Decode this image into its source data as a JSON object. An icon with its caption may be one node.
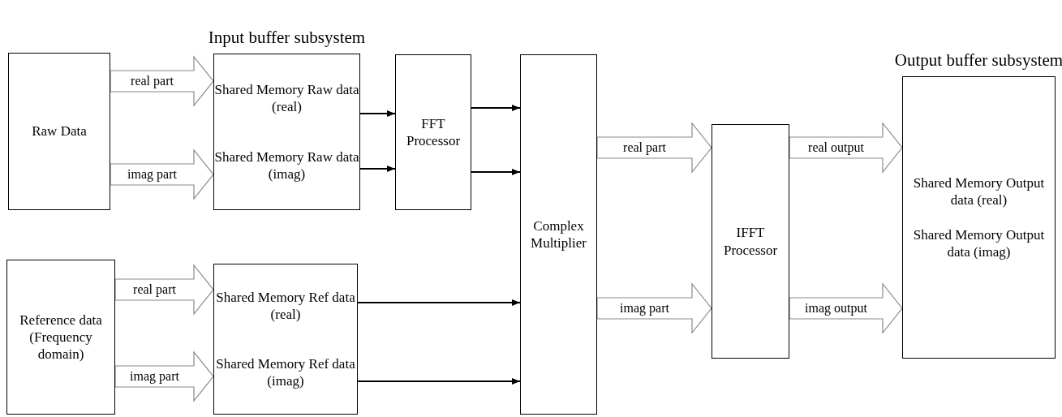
{
  "diagram": {
    "nodes": [
      {
        "text": [
          "Raw Data"
        ]
      },
      {
        "text": [
          "Input buffer subsystem",
          "Shared Memory Raw data (real)",
          "Shared Memory Raw data (imag)"
        ]
      },
      {
        "text": [
          "FFT Processor"
        ]
      },
      {
        "text": [
          "Complex Multiplier"
        ]
      },
      {
        "text": [
          "IFFT Processor"
        ]
      },
      {
        "text": [
          "Output buffer subsystem",
          "Shared Memory Output data (real)",
          "Shared Memory Output data (imag)"
        ]
      },
      {
        "text": [
          "Reference data (Frequency domain)"
        ]
      },
      {
        "text": [
          "Shared Memory Ref data (real)",
          "Shared Memory Ref data (imag)"
        ]
      }
    ],
    "edges": [
      {
        "from": 0,
        "to": 1,
        "arrow": "to",
        "label": "real part",
        "style": "thick"
      },
      {
        "from": 0,
        "to": 1,
        "arrow": "to",
        "label": "imag part",
        "style": "thick"
      },
      {
        "from": 1,
        "to": 2,
        "arrow": "to"
      },
      {
        "from": 1,
        "to": 2,
        "arrow": "to"
      },
      {
        "from": 2,
        "to": 3,
        "arrow": "to"
      },
      {
        "from": 2,
        "to": 3,
        "arrow": "to"
      },
      {
        "from": 6,
        "to": 7,
        "arrow": "to",
        "label": "real part",
        "style": "thick"
      },
      {
        "from": 6,
        "to": 7,
        "arrow": "to",
        "label": "imag part",
        "style": "thick"
      },
      {
        "from": 7,
        "to": 3,
        "arrow": "to"
      },
      {
        "from": 7,
        "to": 3,
        "arrow": "to"
      },
      {
        "from": 3,
        "to": 4,
        "arrow": "to",
        "label": "real part",
        "style": "thick"
      },
      {
        "from": 3,
        "to": 4,
        "arrow": "to",
        "label": "imag part",
        "style": "thick"
      },
      {
        "from": 4,
        "to": 5,
        "arrow": "to",
        "label": "real output",
        "style": "thick"
      },
      {
        "from": 4,
        "to": 5,
        "arrow": "to",
        "label": "imag output",
        "style": "thick"
      }
    ]
  }
}
